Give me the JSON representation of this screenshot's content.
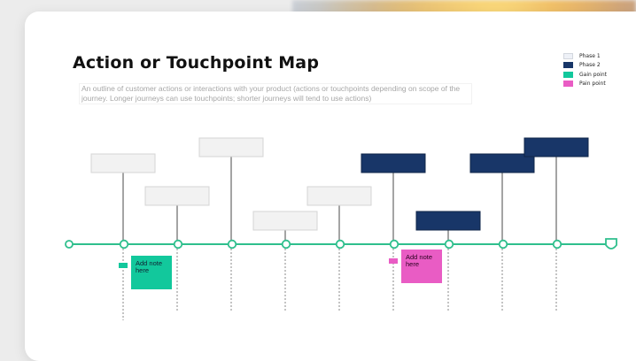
{
  "title": "Action or Touchpoint Map",
  "description": "An outline of customer actions or interactions with your product (actions or touchpoints depending on scope of the journey. Longer journeys can use touchpoints; shorter journeys will tend to use actions)",
  "legend": [
    {
      "label": "Phase 1",
      "kind": "phase1",
      "color": "#eef1f7"
    },
    {
      "label": "Phase 2",
      "kind": "phase2",
      "color": "#183668"
    },
    {
      "label": "Gain point",
      "kind": "gain",
      "color": "#12c89c"
    },
    {
      "label": "Pain point",
      "kind": "pain",
      "color": "#e95cc4"
    }
  ],
  "timeline": {
    "line_color": "#2fbf8d",
    "stems": [
      {
        "phase": "phase1",
        "tier": 2
      },
      {
        "phase": "phase1",
        "tier": 3
      },
      {
        "phase": "phase1",
        "tier": 1
      },
      {
        "phase": "phase1",
        "tier": 4
      },
      {
        "phase": "phase1",
        "tier": 3
      },
      {
        "phase": "phase2",
        "tier": 2
      },
      {
        "phase": "phase2",
        "tier": 4
      },
      {
        "phase": "phase2",
        "tier": 2
      },
      {
        "phase": "phase2",
        "tier": 1
      }
    ]
  },
  "notes": [
    {
      "type": "gain",
      "text": "Add note here"
    },
    {
      "type": "pain",
      "text": "Add note here"
    }
  ]
}
